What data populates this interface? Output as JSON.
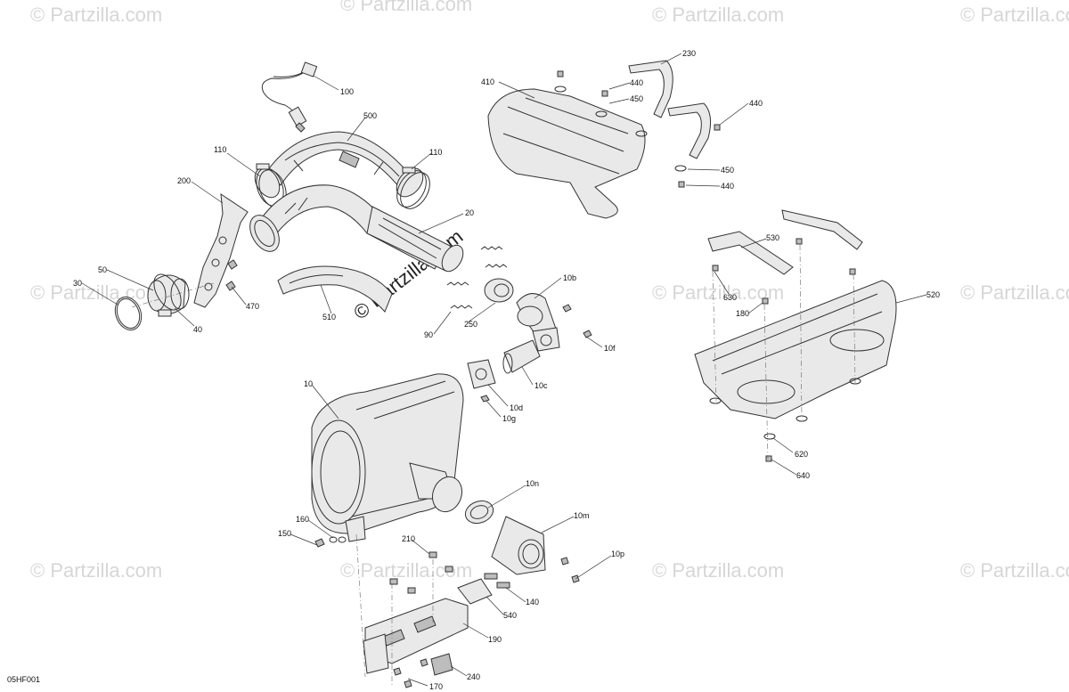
{
  "watermark_text": "© Partzilla.com",
  "center_watermark_text": "© Partzilla.com",
  "diagram_code": "05HF001",
  "callouts": {
    "c100": "100",
    "c500": "500",
    "c110a": "110",
    "c110b": "110",
    "c200": "200",
    "c20": "20",
    "c50": "50",
    "c30": "30",
    "c40": "40",
    "c470": "470",
    "c510": "510",
    "c90": "90",
    "c250": "250",
    "c10b": "10b",
    "c10f": "10f",
    "c10c": "10c",
    "c10d": "10d",
    "c10g": "10g",
    "c10": "10",
    "c10n": "10n",
    "c10m": "10m",
    "c10p": "10p",
    "c160": "160",
    "c150": "150",
    "c210": "210",
    "c140": "140",
    "c540": "540",
    "c190": "190",
    "c240": "240",
    "c170": "170",
    "c410": "410",
    "c440a": "440",
    "c450a": "450",
    "c230": "230",
    "c440b": "440",
    "c450b": "450",
    "c440c": "440",
    "c530": "530",
    "c630": "630",
    "c180": "180",
    "c520": "520",
    "c620": "620",
    "c640": "640"
  },
  "colors": {
    "line": "#333333",
    "watermark": "#d6d6d6",
    "background": "#ffffff"
  }
}
